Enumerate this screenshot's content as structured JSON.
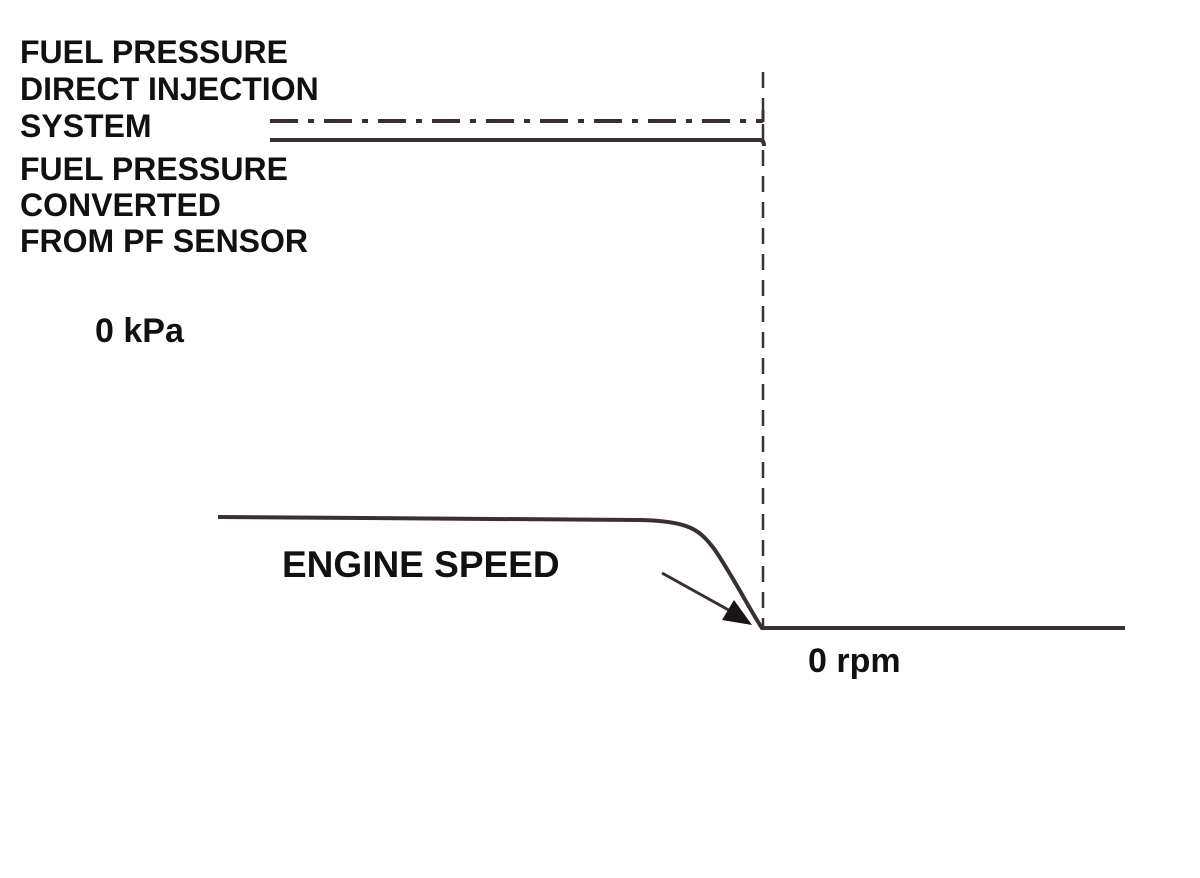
{
  "labels": {
    "direct_injection": {
      "line1": "FUEL PRESSURE",
      "line2": "DIRECT INJECTION",
      "line3": "SYSTEM"
    },
    "pf_sensor": {
      "line1": "FUEL PRESSURE",
      "line2": "CONVERTED",
      "line3": "FROM PF SENSOR"
    },
    "zero_pressure": "0 kPa",
    "engine_speed": "ENGINE SPEED",
    "zero_rpm": "0 rpm"
  },
  "colors": {
    "line": "#3a3030",
    "text": "#111111",
    "background": "#ffffff"
  }
}
